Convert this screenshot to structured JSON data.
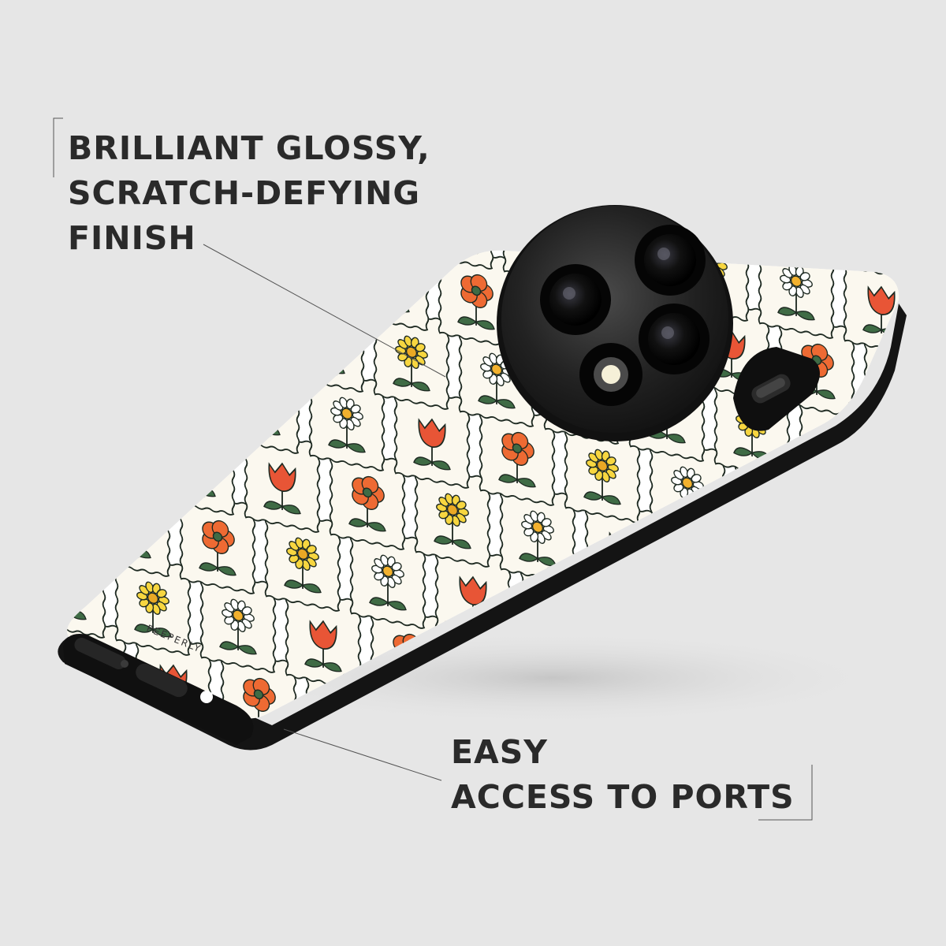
{
  "callouts": {
    "finish": {
      "lines": [
        "BRILLIANT GLOSSY,",
        "SCRATCH-DEFYING",
        "FINISH"
      ]
    },
    "ports": {
      "lines": [
        "EASY",
        "ACCESS TO PORTS"
      ]
    }
  },
  "product": {
    "brand_mark": "PEEPERLY",
    "pattern": "flower-stamps",
    "colors": {
      "background": "#e6e6e6",
      "case_body": "#fbf8ef",
      "stamp_border": "#1e2a22",
      "orange_flower": "#ee6a33",
      "yellow_flower": "#f7d640",
      "red_tulip": "#e85536",
      "white_daisy": "#ffffff",
      "leaf": "#3f6b45",
      "camera": "#1a1a1a",
      "text": "#2a2a2a",
      "leader_line": "#555555"
    }
  }
}
